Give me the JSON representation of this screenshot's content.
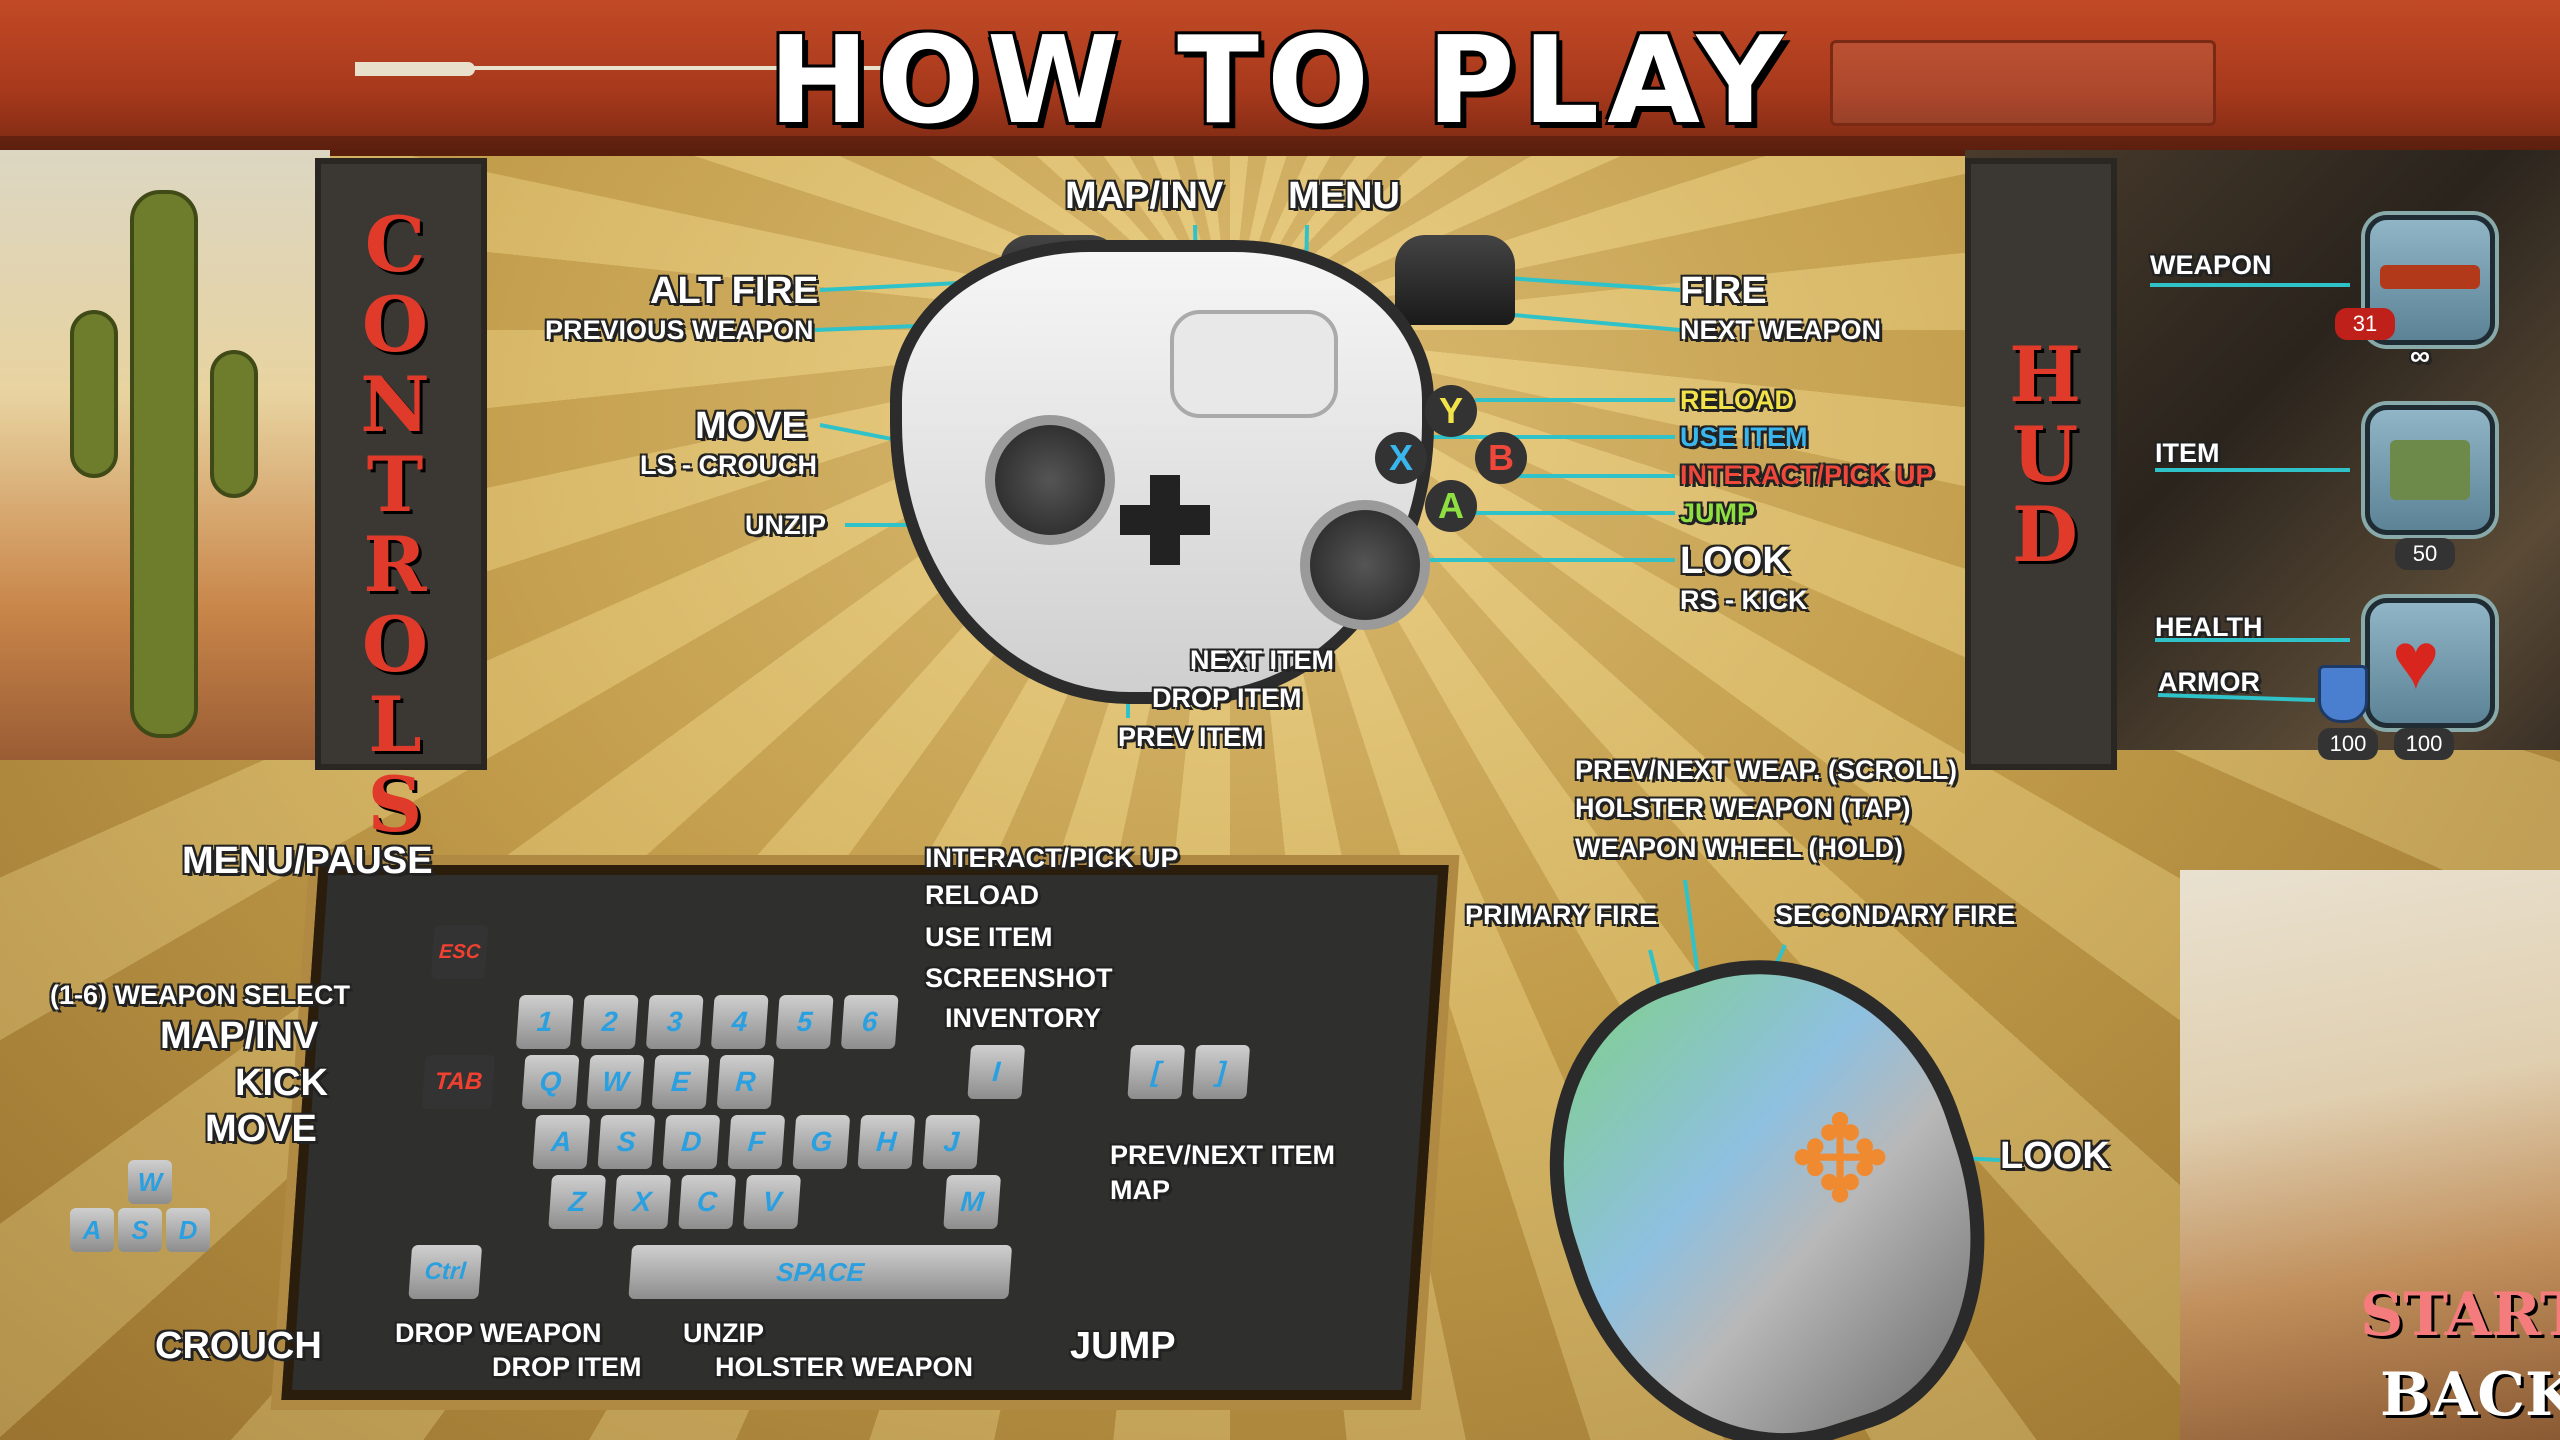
{
  "title": "HOW TO PLAY",
  "side_tabs": {
    "controls": "CONTROLS",
    "hud": "HUD"
  },
  "gamepad": {
    "top": {
      "map_inv": "MAP/INV",
      "menu": "MENU"
    },
    "left": {
      "alt_fire": "ALT FIRE",
      "previous_weapon": "PREVIOUS WEAPON",
      "move": "MOVE",
      "ls_crouch": "LS - CROUCH",
      "unzip": "UNZIP"
    },
    "right": {
      "fire": "FIRE",
      "next_weapon": "NEXT WEAPON",
      "reload": "RELOAD",
      "use_item": "USE ITEM",
      "interact": "INTERACT/PICK UP",
      "jump": "JUMP",
      "look": "LOOK",
      "rs_kick": "RS - KICK"
    },
    "dpad": {
      "next_item": "NEXT ITEM",
      "drop_item": "DROP ITEM",
      "prev_item": "PREV ITEM"
    },
    "buttons": {
      "y": "Y",
      "x": "X",
      "b": "B",
      "a": "A"
    }
  },
  "keyboard": {
    "labels_left": {
      "menu_pause": "MENU/PAUSE",
      "weapon_select": "(1-6) WEAPON SELECT",
      "map_inv": "MAP/INV",
      "kick": "KICK",
      "move": "MOVE",
      "crouch": "CROUCH"
    },
    "labels_top": {
      "interact": "INTERACT/PICK UP",
      "reload": "RELOAD",
      "use_item": "USE ITEM",
      "screenshot": "SCREENSHOT",
      "inventory": "INVENTORY"
    },
    "labels_right": {
      "prev_next_item": "PREV/NEXT ITEM",
      "map": "MAP",
      "jump": "JUMP"
    },
    "labels_bottom": {
      "drop_weapon": "DROP WEAPON",
      "drop_item": "DROP ITEM",
      "unzip": "UNZIP",
      "holster_weapon": "HOLSTER WEAPON"
    },
    "keys": {
      "esc": "ESC",
      "tab": "TAB",
      "ctrl": "Ctrl",
      "space": "SPACE",
      "n1": "1",
      "n2": "2",
      "n3": "3",
      "n4": "4",
      "n5": "5",
      "n6": "6",
      "q": "Q",
      "w": "W",
      "e": "E",
      "r": "R",
      "i": "I",
      "lb": "[",
      "rb": "]",
      "a": "A",
      "s": "S",
      "d": "D",
      "f": "F",
      "g": "G",
      "h": "H",
      "j": "J",
      "z": "Z",
      "x": "X",
      "c": "C",
      "v": "V",
      "m": "M"
    },
    "wasd": {
      "w": "W",
      "a": "A",
      "s": "S",
      "d": "D"
    }
  },
  "mouse": {
    "scroll": "PREV/NEXT WEAP. (SCROLL)",
    "holster": "HOLSTER WEAPON (TAP)",
    "wheel": "WEAPON WHEEL (HOLD)",
    "primary": "PRIMARY FIRE",
    "secondary": "SECONDARY FIRE",
    "look": "LOOK"
  },
  "hud": {
    "weapon": "WEAPON",
    "weapon_ammo": "31",
    "weapon_reserve": "∞",
    "item": "ITEM",
    "item_count": "50",
    "health": "HEALTH",
    "armor": "ARMOR",
    "armor_value": "100",
    "health_value": "100"
  },
  "menu": {
    "start": "START",
    "back": "BACK"
  }
}
